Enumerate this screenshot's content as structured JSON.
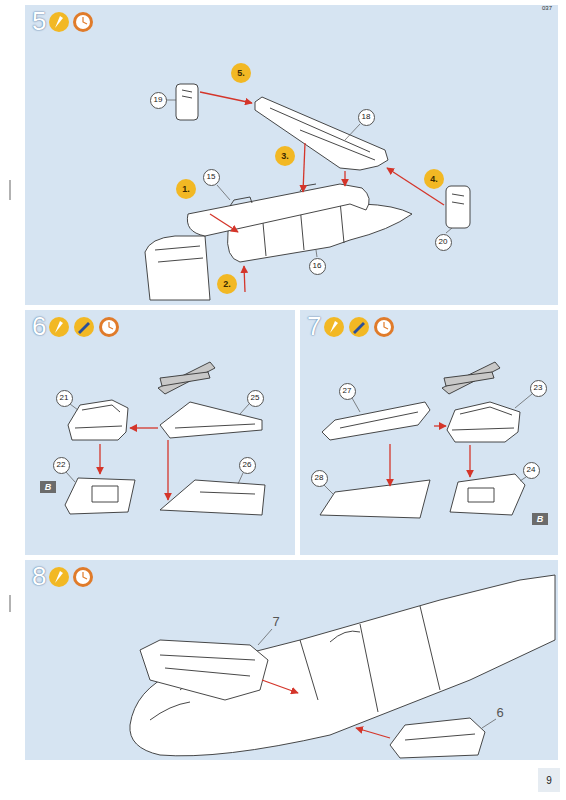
{
  "diagram": {
    "nodes": [
      {
        "text": [
          "5"
        ]
      },
      {
        "text": [
          "5."
        ],
        "in": 0
      },
      {
        "text": [
          "19"
        ],
        "in": 0
      },
      {
        "text": [
          "18"
        ],
        "in": 0
      },
      {
        "text": [
          "3."
        ],
        "in": 0
      },
      {
        "text": [
          "15"
        ],
        "in": 0
      },
      {
        "text": [
          "4."
        ],
        "in": 0
      },
      {
        "text": [
          "1."
        ],
        "in": 0
      },
      {
        "text": [
          "20"
        ],
        "in": 0
      },
      {
        "text": [
          "16"
        ],
        "in": 0
      },
      {
        "text": [
          "2."
        ],
        "in": 0
      },
      {
        "text": [
          "6"
        ]
      },
      {
        "text": [
          "21"
        ],
        "in": 11
      },
      {
        "text": [
          "25"
        ],
        "in": 11
      },
      {
        "text": [
          "22"
        ],
        "in": 11
      },
      {
        "text": [
          "26"
        ],
        "in": 11
      },
      {
        "text": [
          "B"
        ],
        "in": 11
      },
      {
        "text": [
          "7"
        ]
      },
      {
        "text": [
          "27"
        ],
        "in": 17
      },
      {
        "text": [
          "23"
        ],
        "in": 17
      },
      {
        "text": [
          "28"
        ],
        "in": 17
      },
      {
        "text": [
          "24"
        ],
        "in": 17
      },
      {
        "text": [
          "B"
        ],
        "in": 17
      },
      {
        "text": [
          "8"
        ]
      }
    ],
    "labels": [
      "037",
      "7",
      "6",
      "9"
    ]
  }
}
